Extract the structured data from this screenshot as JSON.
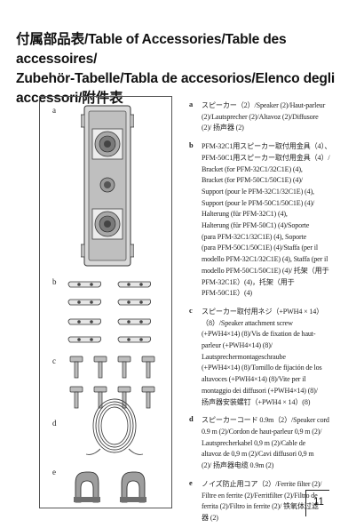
{
  "title": {
    "line1": "付属部品表/Table of Accessories/Table des accessoires/",
    "line2": "Zubehör-Tabelle/Tabla de accesorios/Elenco degli",
    "line3": "accessori/附件表"
  },
  "figure_labels": {
    "a": "a",
    "b": "b",
    "c": "c",
    "d": "d",
    "e": "e"
  },
  "items": [
    {
      "letter": "a",
      "lines": [
        "スピーカー（2）/Speaker (2)/Haut-parleur",
        "(2)/Lautsprecher (2)/Altavoz (2)/Diffusore",
        "(2)/ 扬声器 (2)"
      ]
    },
    {
      "letter": "b",
      "lines": [
        "PFM-32C1用スピーカー取付用金具（4）、",
        "PFM-50C1用スピーカー取付用金具（4）/",
        "Bracket (for PFM-32C1/32C1E) (4),",
        "Bracket (for PFM-50C1/50C1E) (4)/",
        "Support (pour le PFM-32C1/32C1E) (4),",
        "Support (pour le PFM-50C1/50C1E) (4)/",
        "Halterung (für PFM-32C1) (4),",
        "Halterung (für PFM-50C1) (4)/Soporte",
        "(para PFM-32C1/32C1E) (4), Soporte",
        "(para PFM-50C1/50C1E) (4)/Staffa (per il",
        "modello PFM-32C1/32C1E) (4), Staffa (per il",
        "modello PFM-50C1/50C1E) (4)/ 托架（用于",
        "PFM-32C1E）(4)，托架（用于",
        "PFM-50C1E）(4)"
      ]
    },
    {
      "letter": "c",
      "lines": [
        "スピーカー取付用ネジ（+PWH4 × 14）",
        "（8）/Speaker attachment screw",
        "(+PWH4×14) (8)/Vis de fixation de haut-",
        "parleur (+PWH4×14) (8)/",
        "Lautsprechermontageschraube",
        "(+PWH4×14) (8)/Tornillo de fijación de los",
        "altavoces (+PWH4×14) (8)/Vite per il",
        "montaggio dei diffusori (+PWH4×14) (8)/",
        "扬声器安装螺钉（+PWH4 × 14）(8)"
      ]
    },
    {
      "letter": "d",
      "lines": [
        "スピーカーコード 0.9m（2）/Speaker cord",
        "0.9 m (2)/Cordon de haut-parleur 0,9 m (2)/",
        "Lautsprecherkabel 0,9 m (2)/Cable de",
        "altavoz de 0,9 m (2)/Cavi diffusori 0,9 m",
        "(2)/ 扬声器电缆 0.9m (2)"
      ]
    },
    {
      "letter": "e",
      "lines": [
        "ノイズ防止用コア（2）/Ferrite filter (2)/",
        "Filtre en ferrite (2)/Ferritfilter (2)/Filtro de",
        "ferrita (2)/Filtro in ferrite (2)/ 铁氧体过滤",
        "器 (2)"
      ]
    }
  ],
  "page_number": "11"
}
